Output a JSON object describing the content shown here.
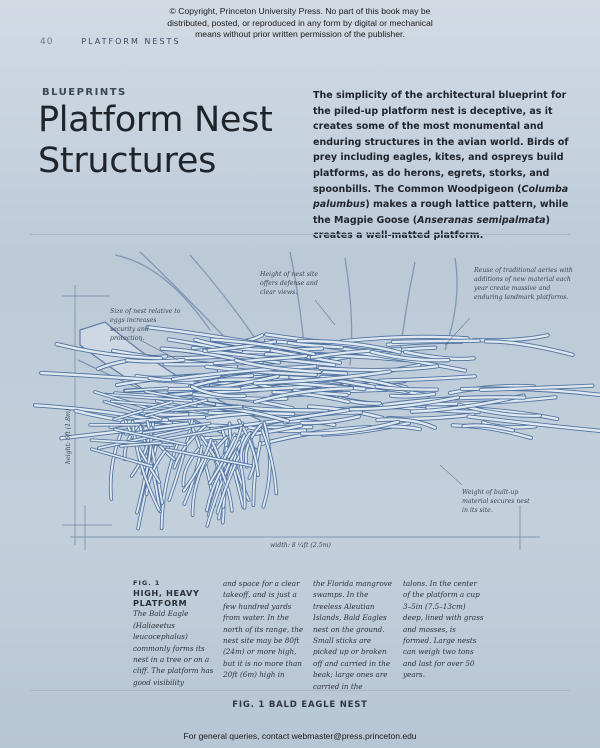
{
  "copyright": {
    "line1": "© Copyright, Princeton University Press. No part of this book may be",
    "line2": "distributed, posted, or reproduced in any form by digital or mechanical",
    "line3": "means without prior written permission of the publisher."
  },
  "running_head": {
    "page_number": "40",
    "section": "PLATFORM NESTS"
  },
  "eyebrow": "BLUEPRINTS",
  "title": {
    "line1": "Platform Nest",
    "line2": "Structures"
  },
  "intro": {
    "part1": "The simplicity of the architectural blueprint for the piled-up platform nest is deceptive, as it creates some of the most monumental and enduring structures in the avian world. Birds of prey including eagles, kites, and ospreys build platforms, as do herons, egrets, storks, and spoonbills. The Common Woodpigeon (",
    "species1": "Columba palumbus",
    "part2": ") makes a rough lattice pattern, while the Magpie Goose (",
    "species2": "Anseranas semipalmata",
    "part3": ") creates a well-matted platform."
  },
  "annotations": {
    "size": "Size of nest relative to eggs increases security and protection.",
    "height_site": "Height of nest site offers defense and clear views.",
    "reuse": "Reuse of traditional aeries with additions of new material each year create massive and enduring landmark platforms.",
    "weight": "Weight of built-up material secures nest in its site.",
    "height_dim": "height: 6ft (1.8m)",
    "width_dim": "width: 8 ¹⁄₄ft (2.5m)"
  },
  "figure_text": {
    "fig_label": "FIG. 1",
    "heading_line1": "HIGH, HEAVY",
    "heading_line2": "PLATFORM",
    "col1": "The Bald Eagle (Haliaeetus leucocephalus) commonly forms its nest in a tree or on a cliff. The platform has good visibility",
    "col2": "and space for a clear takeoff, and is just a few hundred yards from water. In the north of its range, the nest site may be 80ft (24m) or more high, but it is no more than 20ft (6m) high in",
    "col3": "the Florida mangrove swamps. In the treeless Aleutian Islands, Bald Eagles nest on the ground. Small sticks are picked up or broken off and carried in the beak; large ones are carried in the",
    "col4": "talons. In the center of the platform a cup 3–5in (7.5–13cm) deep, lined with grass and mosses, is formed. Large nests can weigh two tons and last for over 50 years."
  },
  "caption": "FIG. 1 BALD EAGLE NEST",
  "footer": "For general queries, contact webmaster@press.princeton.edu"
}
